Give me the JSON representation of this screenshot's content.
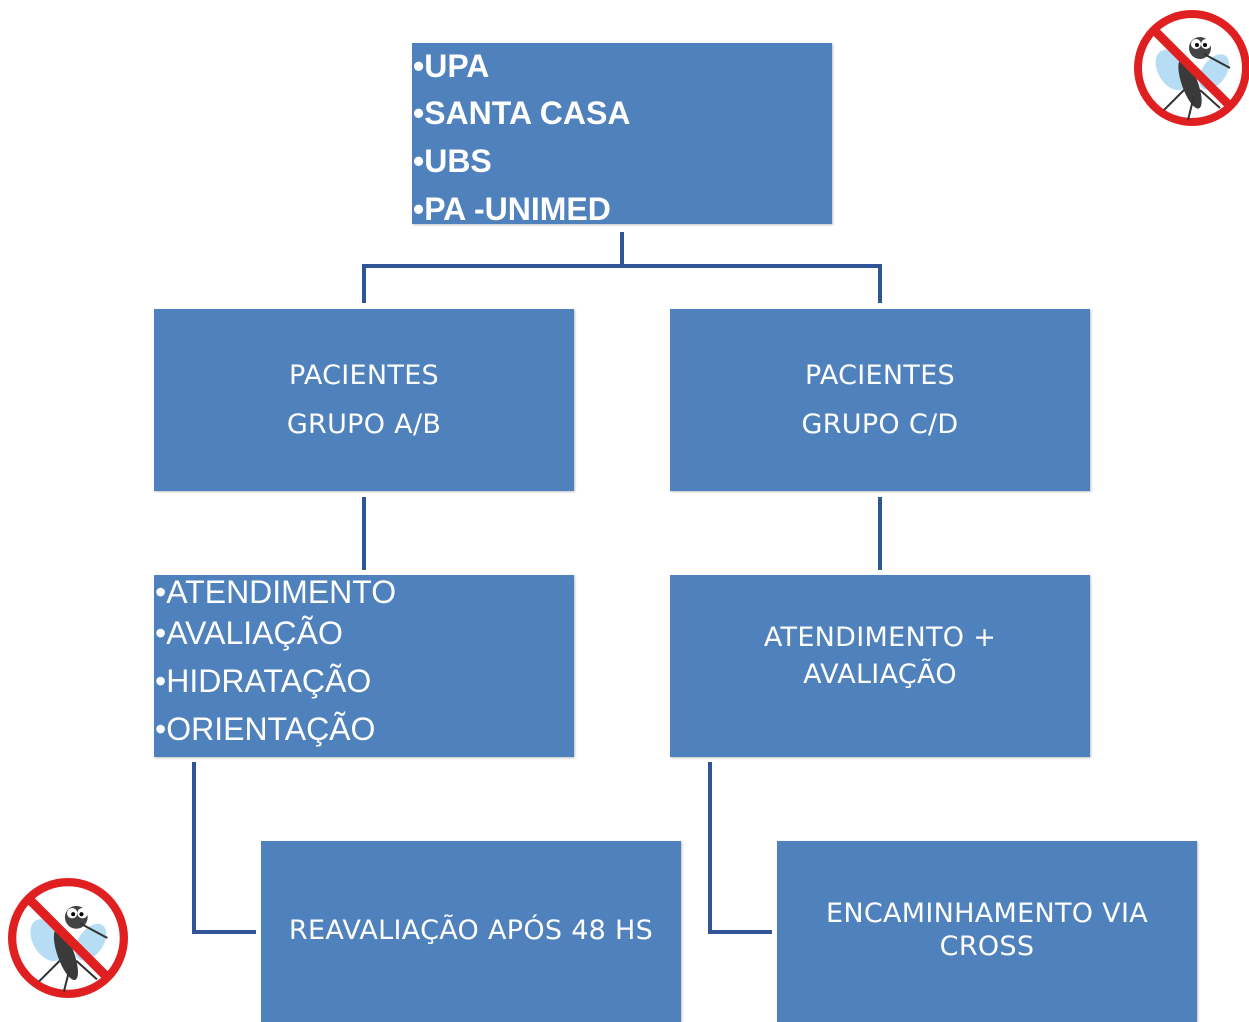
{
  "top_box": {
    "items": [
      "UPA",
      "SANTA CASA",
      "UBS",
      "PA -UNIMED"
    ]
  },
  "group_ab": {
    "line1": "PACIENTES",
    "line2": "GRUPO A/B"
  },
  "group_cd": {
    "line1": "PACIENTES",
    "line2": "GRUPO C/D"
  },
  "ab_actions": {
    "items": [
      "ATENDIMENTO",
      "AVALIAÇÃO",
      "HIDRATAÇÃO",
      "ORIENTAÇÃO"
    ]
  },
  "cd_actions": {
    "line1": "ATENDIMENTO +",
    "line2": "AVALIAÇÃO"
  },
  "ab_followup": {
    "text": "REAVALIAÇÃO APÓS 48 HS"
  },
  "cd_followup": {
    "line1": "ENCAMINHAMENTO VIA",
    "line2": "CROSS"
  },
  "colors": {
    "box": "#4f81bd",
    "connector": "#2f5597",
    "no_sign": "#e02020"
  },
  "icons": [
    "no-mosquito-icon",
    "no-mosquito-icon"
  ]
}
